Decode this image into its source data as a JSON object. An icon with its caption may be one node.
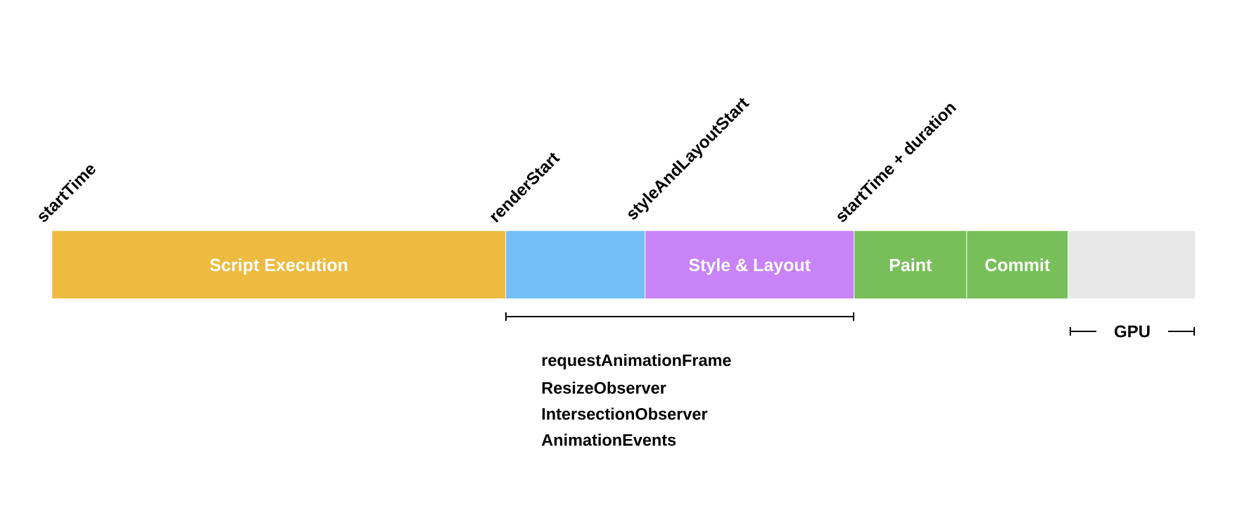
{
  "diagram": {
    "nodes": [
      {
        "text": [
          "Script Execution"
        ]
      },
      {
        "text": [],
        "shape": "box"
      },
      {
        "text": [
          "Style & Layout"
        ]
      },
      {
        "text": [
          "Paint"
        ]
      },
      {
        "text": [
          "Commit"
        ]
      },
      {
        "text": [],
        "shape": "box"
      }
    ],
    "labels": [
      "startTime",
      "renderStart",
      "styleAndLayoutStart",
      "startTime + duration",
      "requestAnimationFrame",
      "ResizeObserver",
      "IntersectionObserver",
      "AnimationEvents",
      "GPU"
    ]
  }
}
